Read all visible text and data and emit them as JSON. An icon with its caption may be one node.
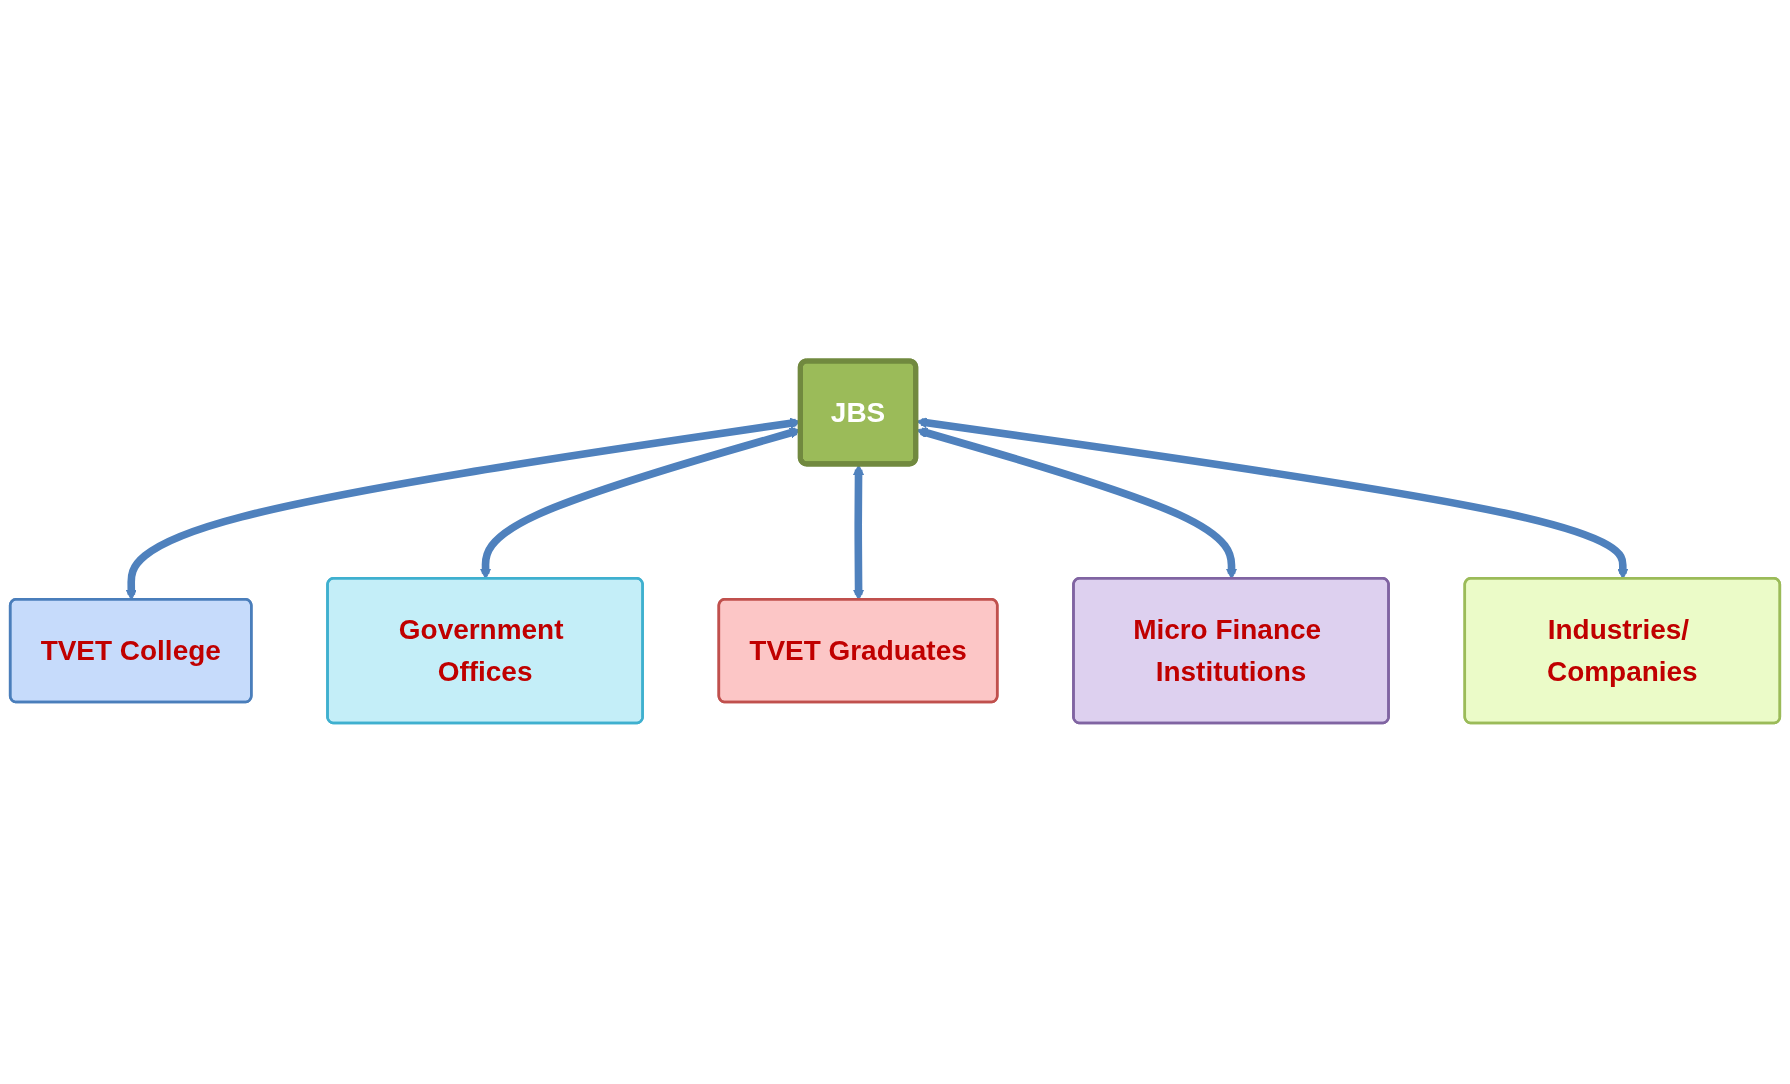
{
  "diagram": {
    "nodes": [
      {
        "text": [
          "TVET College"
        ]
      },
      {
        "text": [
          "Government Offices"
        ]
      },
      {
        "text": [
          "TVET Graduates"
        ]
      },
      {
        "text": [
          "JBS"
        ]
      },
      {
        "text": [
          "Micro Finance Institutions"
        ]
      },
      {
        "text": [
          "Industries/ Companies"
        ]
      }
    ],
    "edges": [
      {
        "from": 3,
        "to": 0,
        "arrow": "both"
      },
      {
        "from": 3,
        "to": 1,
        "arrow": "both"
      },
      {
        "from": 3,
        "to": 2,
        "arrow": "both"
      },
      {
        "from": 3,
        "to": 4,
        "arrow": "both"
      },
      {
        "from": 3,
        "to": 5,
        "arrow": "both"
      }
    ]
  }
}
